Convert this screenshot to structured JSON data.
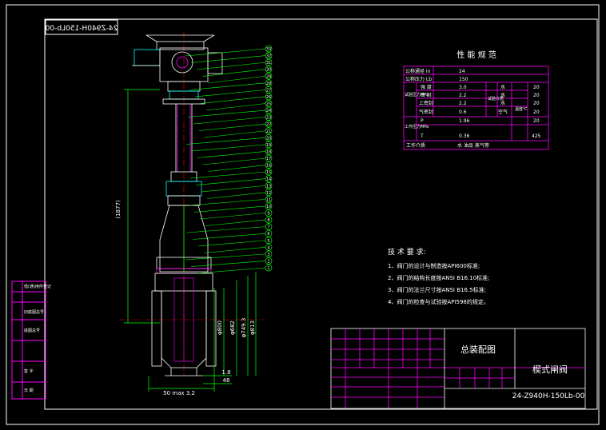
{
  "title_tag": "24-Z940H-150Lb-00",
  "dims": {
    "height": "(1877)",
    "d1": "φ800",
    "d2": "φ682",
    "d3": "φ749.3",
    "d4": "φ813",
    "t1": "1.8",
    "t2": "48",
    "bottom": "50 max 3.2"
  },
  "balloons": [
    "33",
    "32",
    "31",
    "30",
    "29",
    "28",
    "27",
    "26",
    "25",
    "24",
    "23",
    "22",
    "21",
    "20",
    "19",
    "18",
    "17",
    "16",
    "15",
    "14",
    "13",
    "12",
    "11",
    "10",
    "9",
    "8",
    "7",
    "6",
    "5",
    "4",
    "3",
    "2",
    "1"
  ],
  "perf": {
    "title": "性 能 规 范",
    "row_dn": {
      "label": "公称通径 in",
      "value": "24"
    },
    "row_pn": {
      "label": "公称压力 Lb",
      "value": "150"
    },
    "group_label": "试验压力MPa",
    "tests": [
      {
        "name": "强 度",
        "value": "3.0",
        "medium": "水",
        "temp": "20"
      },
      {
        "name": "密 封",
        "value": "2.2",
        "medium": "水",
        "temp": "20"
      },
      {
        "name": "上密封",
        "value": "2.2",
        "medium": "水",
        "temp": "20"
      },
      {
        "name": "气密封",
        "value": "0.6",
        "medium": "空气",
        "temp": "20"
      }
    ],
    "medium_header": "试验介质",
    "temp_header": "温度℃",
    "work_label": "工作压力MPa",
    "work_p": "P",
    "work_p_value": "1.96",
    "work_temp": "20",
    "work_t_label": "T",
    "work_t_value": "0.36",
    "work_t_temp": "425",
    "medium_row": {
      "label": "工作介质",
      "value": "水 油品 蒸气等"
    }
  },
  "tech": {
    "title": "技 术 要 求:",
    "items": [
      "1、阀门的设计与制造按API600标准;",
      "2、阀门的结构长度按ANSI B16.10标准;",
      "3、阀门的法兰尺寸按ANSI B16.5标准;",
      "4、阀门的检查与试验按API598的规定。"
    ]
  },
  "title_block": {
    "drawing_type": "总装配图",
    "product": "楔式闸阀",
    "code": "24-Z940H-150Lb-00"
  },
  "side_table": [
    "借(通)用件登记",
    "旧底图总号",
    "底图总号",
    "签 字",
    "日 期"
  ]
}
